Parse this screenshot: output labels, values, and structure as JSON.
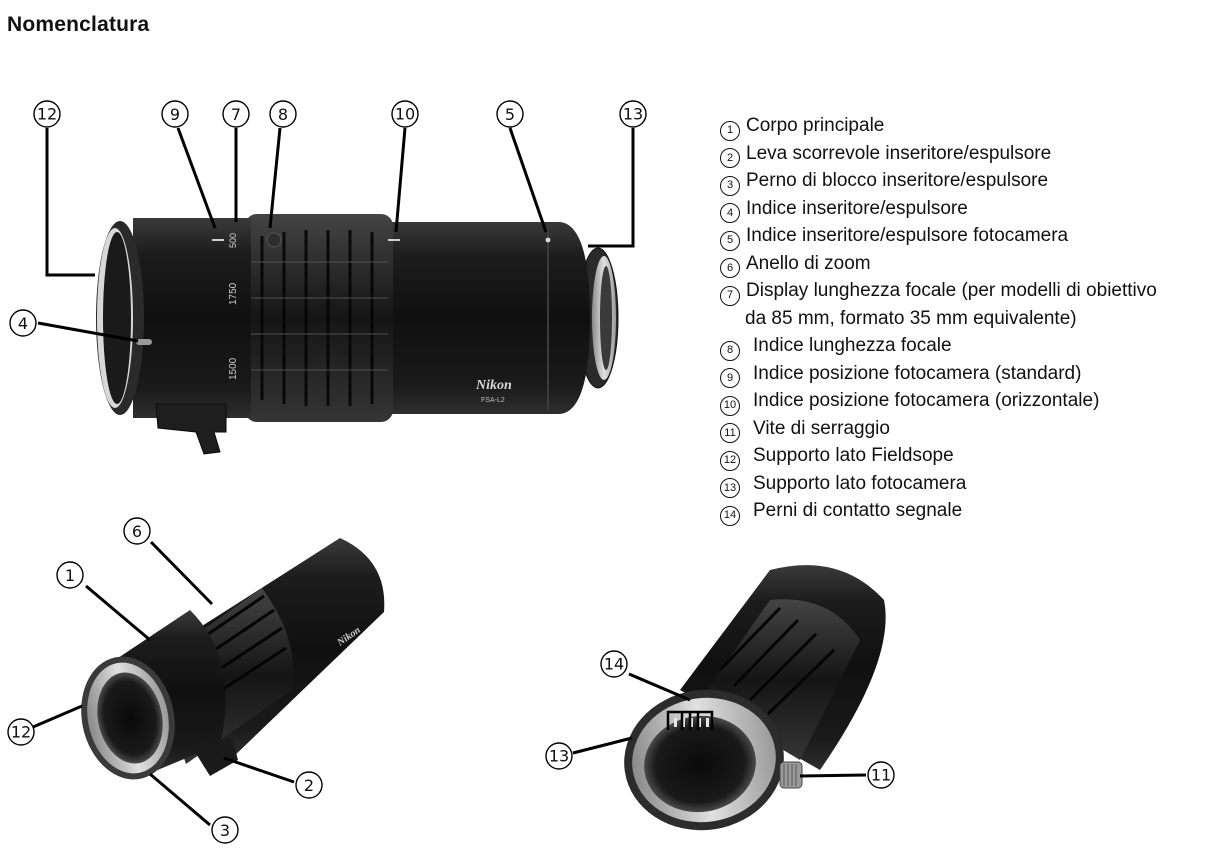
{
  "page": {
    "title": "Nomenclatura"
  },
  "legend": [
    {
      "num": "1",
      "text": "Corpo principale"
    },
    {
      "num": "2",
      "text": "Leva scorrevole inseritore/espulsore"
    },
    {
      "num": "3",
      "text": "Perno di blocco inseritore/espulsore"
    },
    {
      "num": "4",
      "text": "Indice inseritore/espulsore"
    },
    {
      "num": "5",
      "text": "Indice inseritore/espulsore fotocamera"
    },
    {
      "num": "6",
      "text": "Anello di zoom"
    },
    {
      "num": "7",
      "text": "Display lunghezza focale (per modelli di obiettivo",
      "text2": "da 85 mm, formato 35 mm equivalente)"
    },
    {
      "num": "8",
      "text": "Indice lunghezza focale"
    },
    {
      "num": "9",
      "text": "Indice posizione fotocamera (standard)"
    },
    {
      "num": "10",
      "text": "Indice posizione fotocamera (orizzontale)"
    },
    {
      "num": "11",
      "text": "Vite di serraggio"
    },
    {
      "num": "12",
      "text": "Supporto lato Fieldsope"
    },
    {
      "num": "13",
      "text": "Supporto lato fotocamera"
    },
    {
      "num": "14",
      "text": "Perni di contatto segnale"
    }
  ],
  "callouts": {
    "c12a": "12",
    "c9": "9",
    "c7": "7",
    "c8": "8",
    "c10": "10",
    "c5": "5",
    "c13a": "13",
    "c4": "4",
    "c6": "6",
    "c1": "1",
    "c12b": "12",
    "c2": "2",
    "c3": "3",
    "c14": "14",
    "c13b": "13",
    "c11": "11"
  },
  "lens_markings": {
    "brand": "Nikon",
    "model": "FSA-L2",
    "scale_500": "500",
    "scale_1750": "1750",
    "scale_1500": "1500"
  },
  "colors": {
    "body_dark": "#141414",
    "body_mid": "#2a2a2a",
    "highlight": "#5a5a5a",
    "metal": "#c8c8c8",
    "ink": "#111111"
  }
}
